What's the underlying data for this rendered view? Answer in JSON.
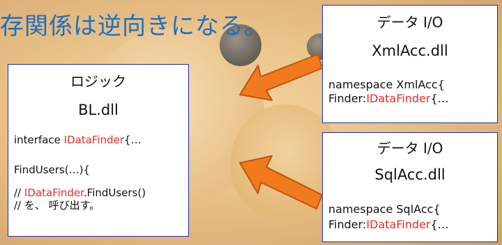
{
  "headline": "存関係は逆向きになる。",
  "logic_box": {
    "title": "ロジック",
    "dll": "BL.dll",
    "line1_prefix": "interface ",
    "line1_highlight": "IDataFinder",
    "line1_suffix": "{…",
    "line2": "FindUsers(…){",
    "line3_prefix": "// ",
    "line3_highlight": "IDataFinder",
    "line3_suffix": ".FindUsers()",
    "line4": "// を、 呼び出す。"
  },
  "xml_box": {
    "title": "データ I/O",
    "dll": "XmlAcc.dll",
    "line1": "namespace XmlAcc{",
    "line2_prefix": "Finder:",
    "line2_highlight": "IDataFinder",
    "line2_suffix": "{…"
  },
  "sql_box": {
    "title": "データ I/O",
    "dll": "SqlAcc.dll",
    "line1": "namespace SqlAcc{",
    "line2_prefix": "Finder:",
    "line2_highlight": "IDataFinder",
    "line2_suffix": "{…"
  },
  "colors": {
    "headline": "#1f6fc2",
    "box_border": "#1a2ea8",
    "highlight": "#e0302a",
    "arrow_fill": "#f07a1c",
    "arrow_stroke": "#c25410"
  }
}
